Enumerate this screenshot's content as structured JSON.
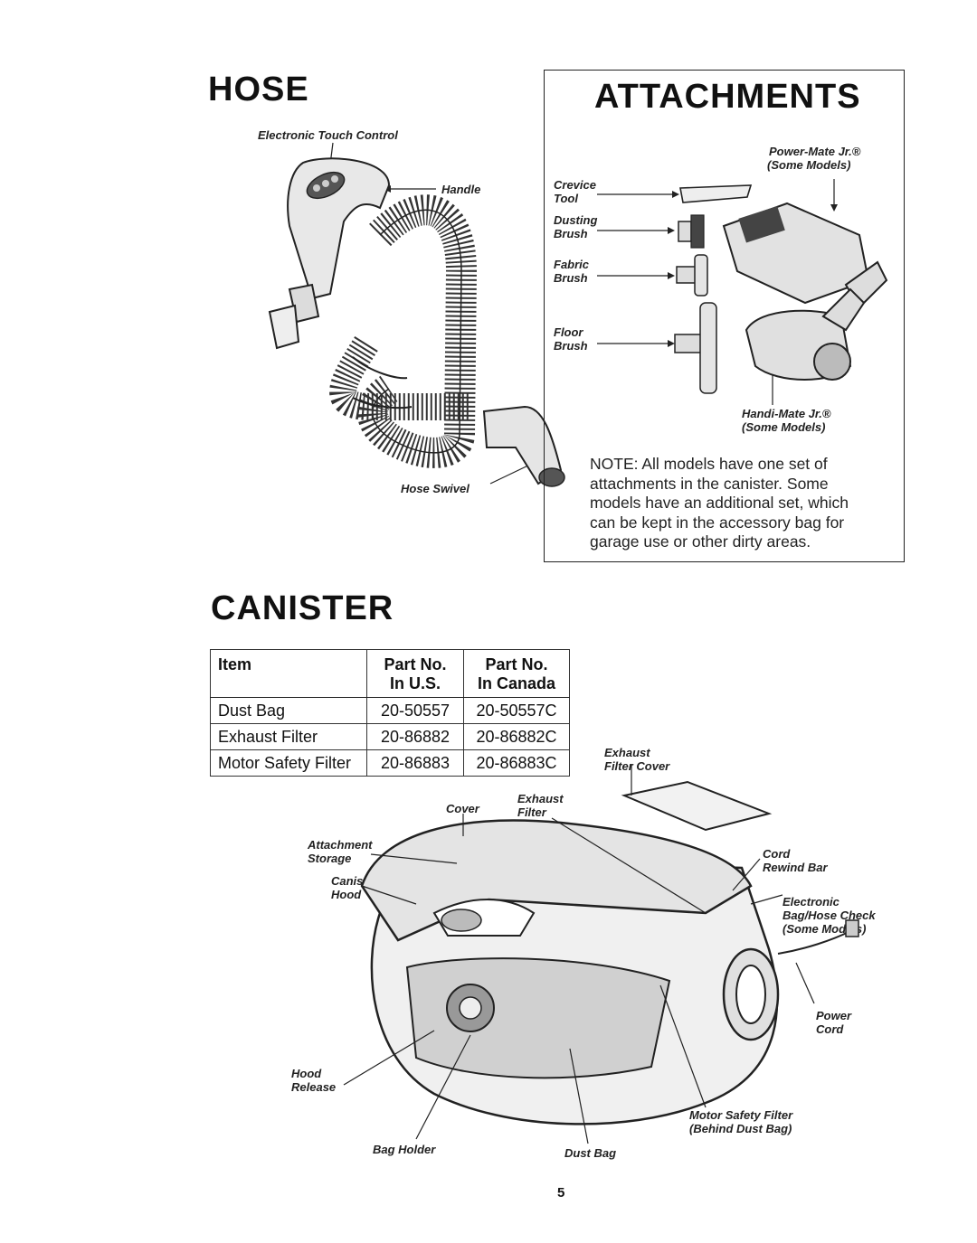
{
  "hose": {
    "heading": "HOSE",
    "labels": {
      "touch_control": "Electronic Touch Control",
      "handle": "Handle",
      "swivel": "Hose Swivel"
    }
  },
  "attachments": {
    "heading": "ATTACHMENTS",
    "labels": {
      "power_mate_line1": "Power-Mate Jr.®",
      "power_mate_line2": "(Some Models)",
      "crevice_line1": "Crevice",
      "crevice_line2": "Tool",
      "dusting_line1": "Dusting",
      "dusting_line2": "Brush",
      "fabric_line1": "Fabric",
      "fabric_line2": "Brush",
      "floor_line1": "Floor",
      "floor_line2": "Brush",
      "handi_mate_line1": "Handi-Mate Jr.®",
      "handi_mate_line2": "(Some Models)"
    },
    "note": [
      "NOTE: All models have one set of",
      "attachments in the canister. Some",
      "models have an additional set, which",
      "can be kept in the accessory bag for",
      "garage use or other dirty areas."
    ]
  },
  "canister": {
    "heading": "CANISTER",
    "table": {
      "headers": {
        "item": "Item",
        "us_line1": "Part No.",
        "us_line2": "In U.S.",
        "ca_line1": "Part No.",
        "ca_line2": "In Canada"
      },
      "rows": [
        {
          "item": "Dust Bag",
          "us": "20-50557",
          "ca": "20-50557C"
        },
        {
          "item": "Exhaust Filter",
          "us": "20-86882",
          "ca": "20-86882C"
        },
        {
          "item": "Motor Safety Filter",
          "us": "20-86883",
          "ca": "20-86883C"
        }
      ]
    },
    "labels": {
      "exhaust_cover_line1": "Exhaust",
      "exhaust_cover_line2": "Filter Cover",
      "exhaust_filter_line1": "Exhaust",
      "exhaust_filter_line2": "Filter",
      "cover": "Cover",
      "attachment_storage_line1": "Attachment",
      "attachment_storage_line2": "Storage",
      "canister_hood_line1": "Canister",
      "canister_hood_line2": "Hood",
      "cord_rewind_line1": "Cord",
      "cord_rewind_line2": "Rewind Bar",
      "bag_check_line1": "Electronic",
      "bag_check_line2": "Bag/Hose Check",
      "bag_check_line3": "(Some Models)",
      "power_cord_line1": "Power",
      "power_cord_line2": "Cord",
      "hood_release_line1": "Hood",
      "hood_release_line2": "Release",
      "motor_filter_line1": "Motor Safety Filter",
      "motor_filter_line2": "(Behind Dust Bag)",
      "bag_holder": "Bag Holder",
      "dust_bag": "Dust Bag"
    }
  },
  "page_number": "5"
}
